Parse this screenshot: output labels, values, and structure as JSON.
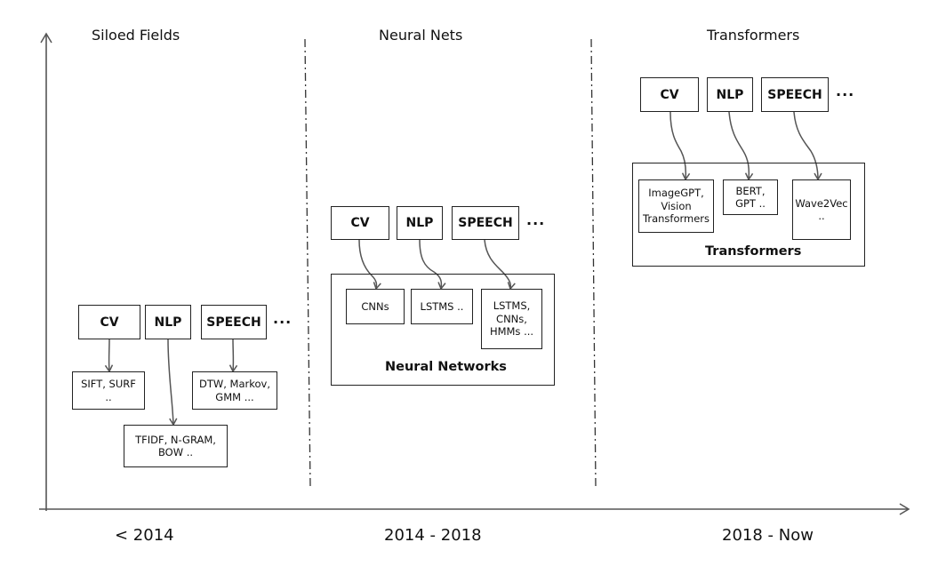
{
  "sections": [
    {
      "title": "Siloed Fields",
      "era": "< 2014"
    },
    {
      "title": "Neural Nets",
      "era": "2014 - 2018"
    },
    {
      "title": "Transformers",
      "era": "2018 - Now"
    }
  ],
  "siloed": {
    "fields": [
      "CV",
      "NLP",
      "SPEECH"
    ],
    "ellipsis": "...",
    "methods": [
      "SIFT, SURF\n..",
      "TFIDF, N-GRAM,\nBOW ..",
      "DTW, Markov,\nGMM ..."
    ]
  },
  "neural": {
    "fields": [
      "CV",
      "NLP",
      "SPEECH"
    ],
    "ellipsis": "...",
    "methods": [
      "CNNs",
      "LSTMS ..",
      "LSTMS,\nCNNs,\nHMMs ..."
    ],
    "container_label": "Neural Networks"
  },
  "transformers": {
    "fields": [
      "CV",
      "NLP",
      "SPEECH"
    ],
    "ellipsis": "...",
    "methods": [
      "ImageGPT,\nVision\nTransformers",
      "BERT,\nGPT ..",
      "Wave2Vec\n.."
    ],
    "container_label": "Transformers"
  }
}
